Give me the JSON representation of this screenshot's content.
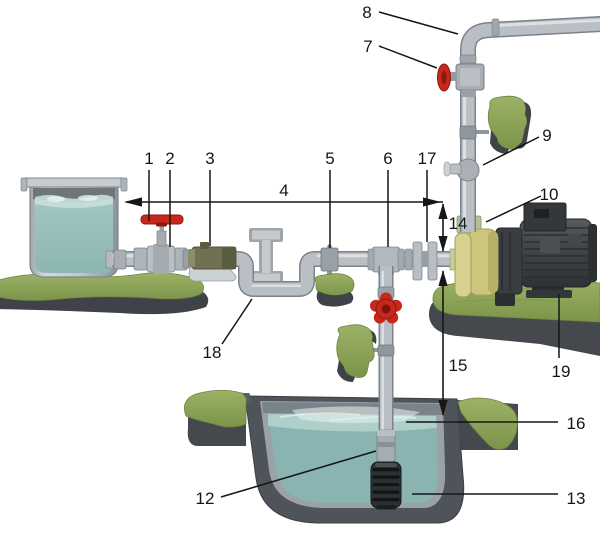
{
  "figure": {
    "kind": "pump-installation-piping-illustration",
    "background_color": "#ffffff"
  },
  "palette": {
    "pipe_body": "#b9bfc4",
    "pipe_outline": "#7a838a",
    "pipe_highlight": "#e3e7e9",
    "grass_green": "#8ca558",
    "grass_dark": "#6d8842",
    "platform_gray": "#45494e",
    "platform_dark": "#3f4347",
    "water_teal": "#8ab4b1",
    "water_light": "#aecfca",
    "tank_metal": "#c3c9cd",
    "valve_red": "#c8271b",
    "valve_red_dark": "#8c1a10",
    "fitting_olive": "#6f7152",
    "pump_head_yellow": "#cbc67c",
    "motor_gray": "#3a3e41",
    "strainer_black": "#2c3032",
    "callout_color": "#161616"
  },
  "callouts": [
    {
      "num": "1",
      "target": "tank-shutoff-valve"
    },
    {
      "num": "2",
      "target": "pipe-union"
    },
    {
      "num": "3",
      "target": "inline-fitting"
    },
    {
      "num": "4",
      "target": "horizontal-suction-run-dimension"
    },
    {
      "num": "5",
      "target": "pipe-support"
    },
    {
      "num": "6",
      "target": "tee-fitting"
    },
    {
      "num": "7",
      "target": "discharge-valve"
    },
    {
      "num": "8",
      "target": "discharge-elbow"
    },
    {
      "num": "9",
      "target": "gauge-port-fitting"
    },
    {
      "num": "10",
      "target": "pump"
    },
    {
      "num": "12",
      "target": "suction-pipe-coupling"
    },
    {
      "num": "13",
      "target": "foot-valve-strainer"
    },
    {
      "num": "14",
      "target": "pipe-to-pump-height-dimension"
    },
    {
      "num": "15",
      "target": "suction-lift-dimension"
    },
    {
      "num": "16",
      "target": "sump-water-level"
    },
    {
      "num": "17",
      "target": "pump-suction-flanges"
    },
    {
      "num": "18",
      "target": "pipe-loop"
    },
    {
      "num": "19",
      "target": "pump-foundation"
    }
  ]
}
